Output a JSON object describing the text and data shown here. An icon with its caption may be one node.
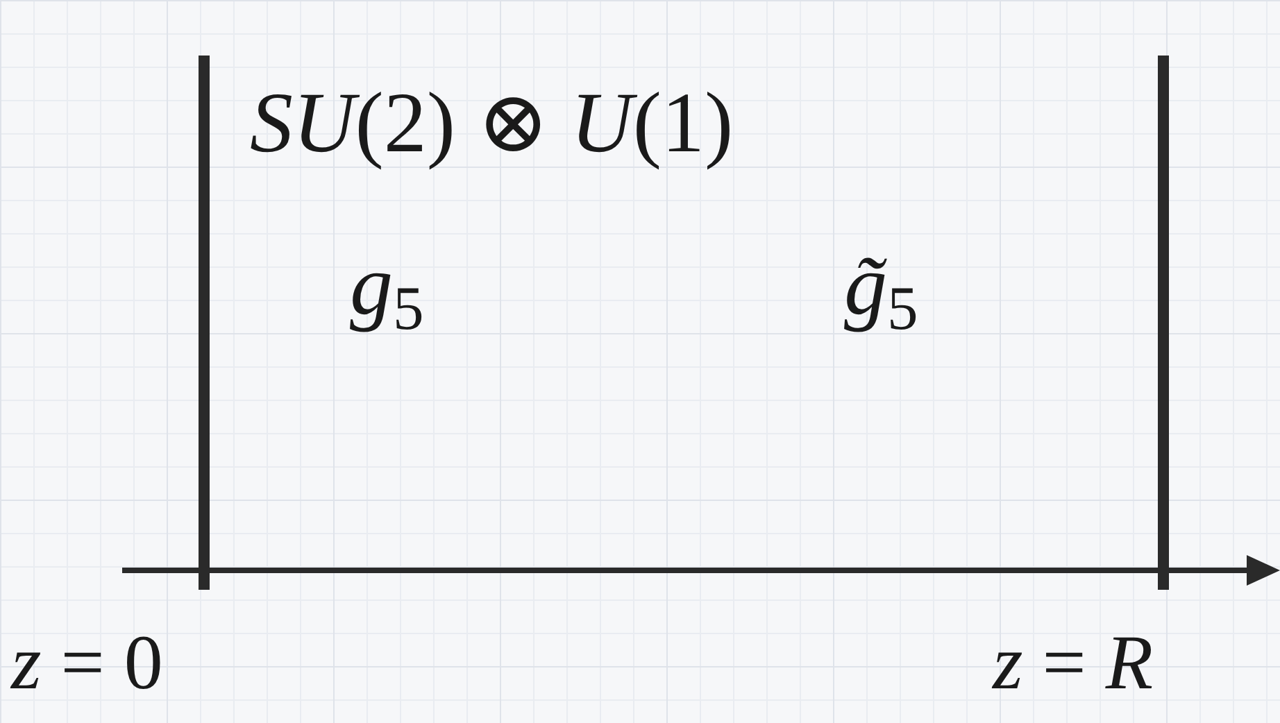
{
  "diagram": {
    "labels": [
      "*SU*(2) ⊗ *U*(1)",
      "*g*$_{5}$",
      "*g̃*$_{5}$",
      "*z* = 0",
      "*z* = *R*"
    ]
  }
}
